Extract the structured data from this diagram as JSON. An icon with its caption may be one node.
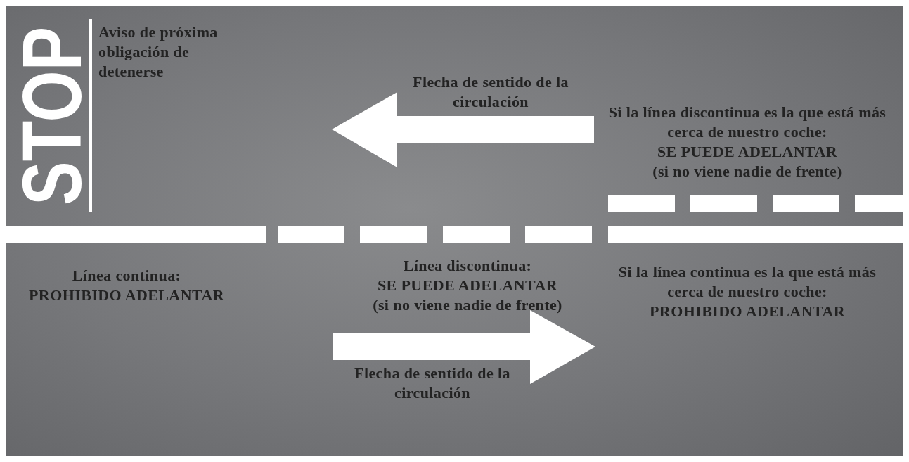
{
  "diagram": {
    "labels": [
      "STOP",
      "Aviso de próxima obligación de detenerse",
      "Flecha de sentido de la circulación",
      "Si la línea discontinua es la que está más cerca de nuestro coche: SE PUEDE ADELANTAR (si no viene nadie de frente)",
      "Línea continua: PROHIBIDO ADELANTAR",
      "Línea discontinua: SE PUEDE ADELANTAR (si no viene nadie de frente)",
      "Si la línea continua es la que está más cerca de nuestro coche: PROHIBIDO ADELANTAR",
      "Flecha de sentido de la circulación"
    ]
  }
}
